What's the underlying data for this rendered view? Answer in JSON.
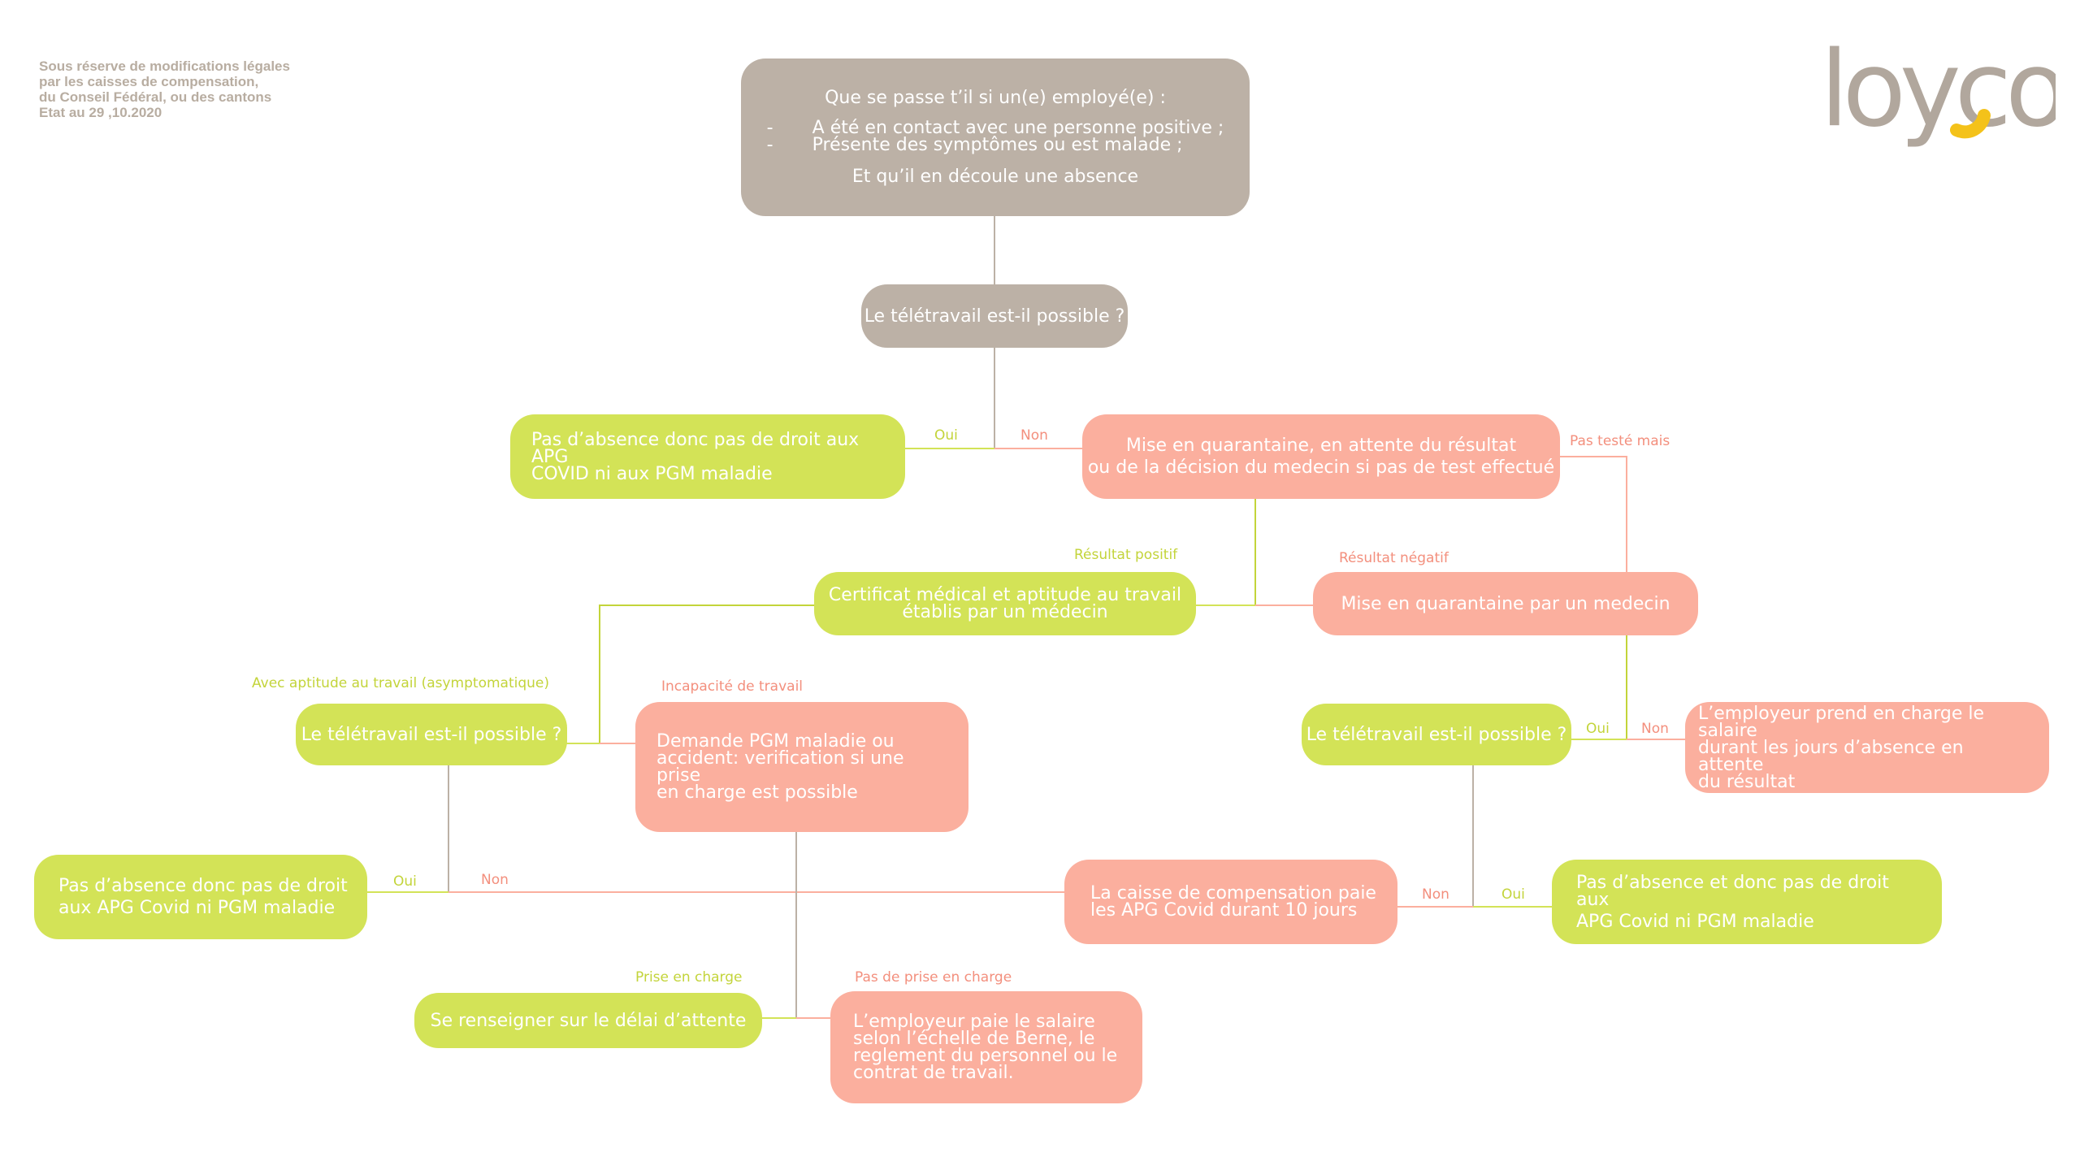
{
  "disclaimer": {
    "lines": [
      "Sous réserve de modifications légales",
      "par les caisses de compensation,",
      "du Conseil Fédéral, ou des cantons",
      "Etat au 29 ,10.2020"
    ]
  },
  "logo": {
    "text": "loyco"
  },
  "colors": {
    "taupe": "#bcb1a6",
    "green": "#d3e357",
    "salmon": "#fbaf9e",
    "green_label": "#c3d43a",
    "salmon_label": "#f38f7d",
    "logo_grey": "#b1a79d",
    "logo_yellow": "#f4c21a"
  },
  "nodes": {
    "question_main": {
      "title": "Que se passe t’il si un(e) employé(e) :",
      "bullets": [
        "A été en contact avec une personne positive ;",
        "Présente des symptômes ou est malade ;"
      ],
      "footer": "Et qu’il en découle une absence"
    },
    "teletravail_1": "Le télétravail est-il possible ?",
    "no_absence_1": [
      "Pas d’absence donc pas de droit aux APG",
      "COVID ni aux PGM maladie"
    ],
    "quarantine_pending": [
      "Mise en quarantaine, en attente du résultat",
      "ou de la décision du medecin si pas de test effectué"
    ],
    "certificate": [
      "Certificat médical et aptitude au travail",
      "établis par un médecin"
    ],
    "quarantine_doctor": "Mise en quarantaine par un medecin",
    "teletravail_left": "Le télétravail est-il possible ?",
    "pgm_request": [
      "Demande PGM maladie ou",
      "accident: verification si une prise",
      "en charge est possible"
    ],
    "teletravail_right": "Le télétravail est-il possible ?",
    "employer_result": [
      "L’employeur prend en charge le salaire",
      "durant les jours d’absence en attente",
      "du résultat"
    ],
    "no_absence_left": [
      "Pas d’absence donc pas de droit",
      "aux APG Covid ni PGM maladie"
    ],
    "caisse": [
      "La caisse de compensation paie",
      "les APG Covid durant 10 jours"
    ],
    "no_absence_right": [
      "Pas d’absence et donc pas de droit aux",
      "APG Covid ni PGM maladie"
    ],
    "delai": "Se renseigner sur le délai d’attente",
    "employer_bern": [
      "L’employeur paie le salaire",
      "selon l’échelle de Berne, le",
      "reglement du personnel ou le",
      "contrat de travail."
    ]
  },
  "labels": {
    "oui_1": "Oui",
    "non_1": "Non",
    "pas_teste": "Pas testé mais",
    "resultat_positif": "Résultat positif",
    "resultat_negatif": "Résultat négatif",
    "avec_aptitude": "Avec aptitude au travail  (asymptomatique)",
    "incapacite": "Incapacité de travail",
    "oui_right": "Oui",
    "non_right": "Non",
    "oui_left": "Oui",
    "non_left": "Non",
    "non_bottom_right": "Non",
    "oui_bottom_right": "Oui",
    "prise_en_charge": "Prise en charge",
    "pas_prise_en_charge": "Pas de prise en charge"
  }
}
